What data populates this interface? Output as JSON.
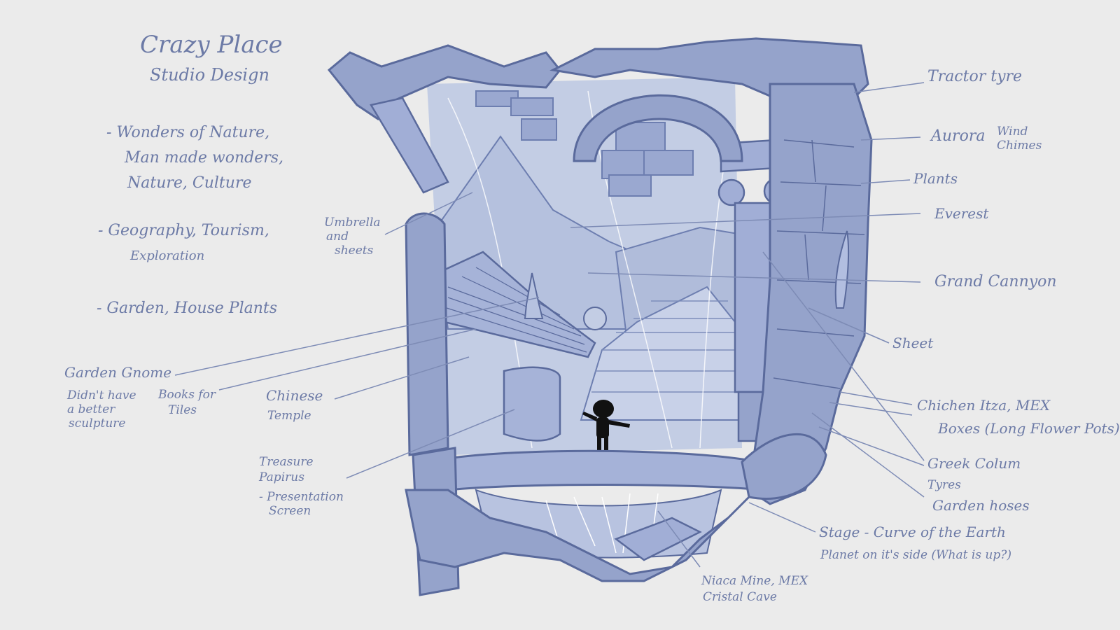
{
  "title": {
    "line1": "Crazy Place",
    "line2": "Studio Design"
  },
  "themes": [
    {
      "line1": "- Wonders of Nature,",
      "line2": "Man made wonders,",
      "line3": "Nature, Culture"
    },
    {
      "line1": "- Geography, Tourism,",
      "line2": "Exploration"
    },
    {
      "line1": "- Garden, House Plants"
    }
  ],
  "callouts_left": {
    "umbrella_1": "Umbrella",
    "umbrella_2": "and",
    "umbrella_3": "sheets",
    "gnome": "Garden Gnome",
    "gnome_note_1": "Didn't have",
    "gnome_note_2": "a better",
    "gnome_note_3": "sculpture",
    "books_1": "Books for",
    "books_2": "Tiles",
    "temple_1": "Chinese",
    "temple_2": "Temple",
    "treasure_1": "Treasure",
    "treasure_2": "Papirus",
    "treasure_3": "- Presentation",
    "treasure_4": "Screen"
  },
  "callouts_right": {
    "tractor": "Tractor tyre",
    "aurora": "Aurora",
    "aurora_note_1": "Wind",
    "aurora_note_2": "Chimes",
    "plants": "Plants",
    "everest": "Everest",
    "canyon": "Grand Cannyon",
    "sheet": "Sheet",
    "chichen": "Chichen Itza, MEX",
    "boxes": "Boxes (Long Flower Pots)",
    "greek": "Greek Colum",
    "tyres": "Tyres",
    "hoses": "Garden hoses",
    "stage": "Stage - Curve of the Earth",
    "planet": "Planet on it's side (What is up?)",
    "mine_1": "Niaca Mine, MEX",
    "mine_2": "Cristal Cave"
  },
  "colors": {
    "background": "#ebebeb",
    "ink": "#6c7aa6",
    "frame_fill": "#95a3cb",
    "interior_fill": "#c3cde4",
    "line": "#5a6a9c"
  }
}
